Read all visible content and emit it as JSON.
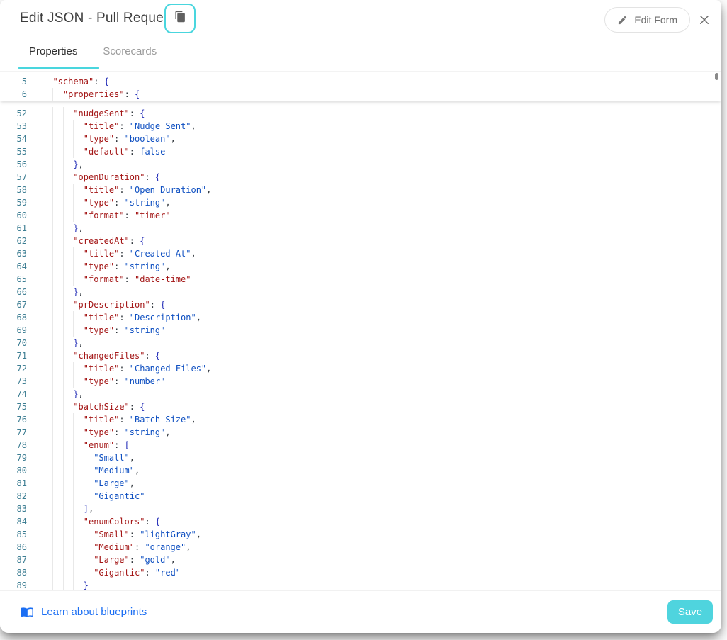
{
  "colors": {
    "accent": "#49d6de",
    "save": "#4fd4de",
    "link": "#1b6ef3",
    "key": "#a31515",
    "string": "#0e4fc1",
    "atom": "#0e4fc1",
    "special_value": "#a31515",
    "brace": "#2630b8",
    "punct": "#32383e",
    "line_number": "#3c7d92"
  },
  "modal": {
    "title": "Edit JSON - Pull Request"
  },
  "header": {
    "edit_form_label": "Edit Form"
  },
  "icons": [
    "copy-icon",
    "pencil-icon",
    "close-icon",
    "open-book-icon"
  ],
  "tabs": [
    {
      "label": "Properties",
      "active": true
    },
    {
      "label": "Scorecards",
      "active": false
    }
  ],
  "editor": {
    "sticky_lines": [
      {
        "n": 5,
        "i": 2,
        "t": [
          [
            "k",
            "schema"
          ],
          [
            "p",
            ": "
          ],
          [
            "b",
            "{"
          ]
        ]
      },
      {
        "n": 6,
        "i": 4,
        "t": [
          [
            "k",
            "properties"
          ],
          [
            "p",
            ": "
          ],
          [
            "b",
            "{"
          ]
        ]
      }
    ],
    "lines": [
      {
        "n": 52,
        "i": 6,
        "t": [
          [
            "k",
            "nudgeSent"
          ],
          [
            "p",
            ": "
          ],
          [
            "b",
            "{"
          ]
        ]
      },
      {
        "n": 53,
        "i": 8,
        "t": [
          [
            "k",
            "title"
          ],
          [
            "p",
            ": "
          ],
          [
            "s",
            "Nudge Sent"
          ],
          [
            "p",
            ","
          ]
        ]
      },
      {
        "n": 54,
        "i": 8,
        "t": [
          [
            "k",
            "type"
          ],
          [
            "p",
            ": "
          ],
          [
            "s",
            "boolean"
          ],
          [
            "p",
            ","
          ]
        ]
      },
      {
        "n": 55,
        "i": 8,
        "t": [
          [
            "k",
            "default"
          ],
          [
            "p",
            ": "
          ],
          [
            "a",
            "false"
          ]
        ]
      },
      {
        "n": 56,
        "i": 6,
        "t": [
          [
            "b",
            "}"
          ],
          [
            "p",
            ","
          ]
        ]
      },
      {
        "n": 57,
        "i": 6,
        "t": [
          [
            "k",
            "openDuration"
          ],
          [
            "p",
            ": "
          ],
          [
            "b",
            "{"
          ]
        ]
      },
      {
        "n": 58,
        "i": 8,
        "t": [
          [
            "k",
            "title"
          ],
          [
            "p",
            ": "
          ],
          [
            "s",
            "Open Duration"
          ],
          [
            "p",
            ","
          ]
        ]
      },
      {
        "n": 59,
        "i": 8,
        "t": [
          [
            "k",
            "type"
          ],
          [
            "p",
            ": "
          ],
          [
            "s",
            "string"
          ],
          [
            "p",
            ","
          ]
        ]
      },
      {
        "n": 60,
        "i": 8,
        "t": [
          [
            "k",
            "format"
          ],
          [
            "p",
            ": "
          ],
          [
            "r",
            "timer"
          ]
        ]
      },
      {
        "n": 61,
        "i": 6,
        "t": [
          [
            "b",
            "}"
          ],
          [
            "p",
            ","
          ]
        ]
      },
      {
        "n": 62,
        "i": 6,
        "t": [
          [
            "k",
            "createdAt"
          ],
          [
            "p",
            ": "
          ],
          [
            "b",
            "{"
          ]
        ]
      },
      {
        "n": 63,
        "i": 8,
        "t": [
          [
            "k",
            "title"
          ],
          [
            "p",
            ": "
          ],
          [
            "s",
            "Created At"
          ],
          [
            "p",
            ","
          ]
        ]
      },
      {
        "n": 64,
        "i": 8,
        "t": [
          [
            "k",
            "type"
          ],
          [
            "p",
            ": "
          ],
          [
            "s",
            "string"
          ],
          [
            "p",
            ","
          ]
        ]
      },
      {
        "n": 65,
        "i": 8,
        "t": [
          [
            "k",
            "format"
          ],
          [
            "p",
            ": "
          ],
          [
            "r",
            "date-time"
          ]
        ]
      },
      {
        "n": 66,
        "i": 6,
        "t": [
          [
            "b",
            "}"
          ],
          [
            "p",
            ","
          ]
        ]
      },
      {
        "n": 67,
        "i": 6,
        "t": [
          [
            "k",
            "prDescription"
          ],
          [
            "p",
            ": "
          ],
          [
            "b",
            "{"
          ]
        ]
      },
      {
        "n": 68,
        "i": 8,
        "t": [
          [
            "k",
            "title"
          ],
          [
            "p",
            ": "
          ],
          [
            "s",
            "Description"
          ],
          [
            "p",
            ","
          ]
        ]
      },
      {
        "n": 69,
        "i": 8,
        "t": [
          [
            "k",
            "type"
          ],
          [
            "p",
            ": "
          ],
          [
            "s",
            "string"
          ]
        ]
      },
      {
        "n": 70,
        "i": 6,
        "t": [
          [
            "b",
            "}"
          ],
          [
            "p",
            ","
          ]
        ]
      },
      {
        "n": 71,
        "i": 6,
        "t": [
          [
            "k",
            "changedFiles"
          ],
          [
            "p",
            ": "
          ],
          [
            "b",
            "{"
          ]
        ]
      },
      {
        "n": 72,
        "i": 8,
        "t": [
          [
            "k",
            "title"
          ],
          [
            "p",
            ": "
          ],
          [
            "s",
            "Changed Files"
          ],
          [
            "p",
            ","
          ]
        ]
      },
      {
        "n": 73,
        "i": 8,
        "t": [
          [
            "k",
            "type"
          ],
          [
            "p",
            ": "
          ],
          [
            "s",
            "number"
          ]
        ]
      },
      {
        "n": 74,
        "i": 6,
        "t": [
          [
            "b",
            "}"
          ],
          [
            "p",
            ","
          ]
        ]
      },
      {
        "n": 75,
        "i": 6,
        "t": [
          [
            "k",
            "batchSize"
          ],
          [
            "p",
            ": "
          ],
          [
            "b",
            "{"
          ]
        ]
      },
      {
        "n": 76,
        "i": 8,
        "t": [
          [
            "k",
            "title"
          ],
          [
            "p",
            ": "
          ],
          [
            "s",
            "Batch Size"
          ],
          [
            "p",
            ","
          ]
        ]
      },
      {
        "n": 77,
        "i": 8,
        "t": [
          [
            "k",
            "type"
          ],
          [
            "p",
            ": "
          ],
          [
            "s",
            "string"
          ],
          [
            "p",
            ","
          ]
        ]
      },
      {
        "n": 78,
        "i": 8,
        "t": [
          [
            "k",
            "enum"
          ],
          [
            "p",
            ": "
          ],
          [
            "b",
            "["
          ]
        ]
      },
      {
        "n": 79,
        "i": 10,
        "t": [
          [
            "s",
            "Small"
          ],
          [
            "p",
            ","
          ]
        ]
      },
      {
        "n": 80,
        "i": 10,
        "t": [
          [
            "s",
            "Medium"
          ],
          [
            "p",
            ","
          ]
        ]
      },
      {
        "n": 81,
        "i": 10,
        "t": [
          [
            "s",
            "Large"
          ],
          [
            "p",
            ","
          ]
        ]
      },
      {
        "n": 82,
        "i": 10,
        "t": [
          [
            "s",
            "Gigantic"
          ]
        ]
      },
      {
        "n": 83,
        "i": 8,
        "t": [
          [
            "b",
            "]"
          ],
          [
            "p",
            ","
          ]
        ]
      },
      {
        "n": 84,
        "i": 8,
        "t": [
          [
            "k",
            "enumColors"
          ],
          [
            "p",
            ": "
          ],
          [
            "b",
            "{"
          ]
        ]
      },
      {
        "n": 85,
        "i": 10,
        "t": [
          [
            "k",
            "Small"
          ],
          [
            "p",
            ": "
          ],
          [
            "s",
            "lightGray"
          ],
          [
            "p",
            ","
          ]
        ]
      },
      {
        "n": 86,
        "i": 10,
        "t": [
          [
            "k",
            "Medium"
          ],
          [
            "p",
            ": "
          ],
          [
            "s",
            "orange"
          ],
          [
            "p",
            ","
          ]
        ]
      },
      {
        "n": 87,
        "i": 10,
        "t": [
          [
            "k",
            "Large"
          ],
          [
            "p",
            ": "
          ],
          [
            "s",
            "gold"
          ],
          [
            "p",
            ","
          ]
        ]
      },
      {
        "n": 88,
        "i": 10,
        "t": [
          [
            "k",
            "Gigantic"
          ],
          [
            "p",
            ": "
          ],
          [
            "s",
            "red"
          ]
        ]
      },
      {
        "n": 89,
        "i": 8,
        "t": [
          [
            "b",
            "}"
          ]
        ]
      }
    ]
  },
  "footer": {
    "link_label": "Learn about blueprints",
    "save_label": "Save"
  }
}
